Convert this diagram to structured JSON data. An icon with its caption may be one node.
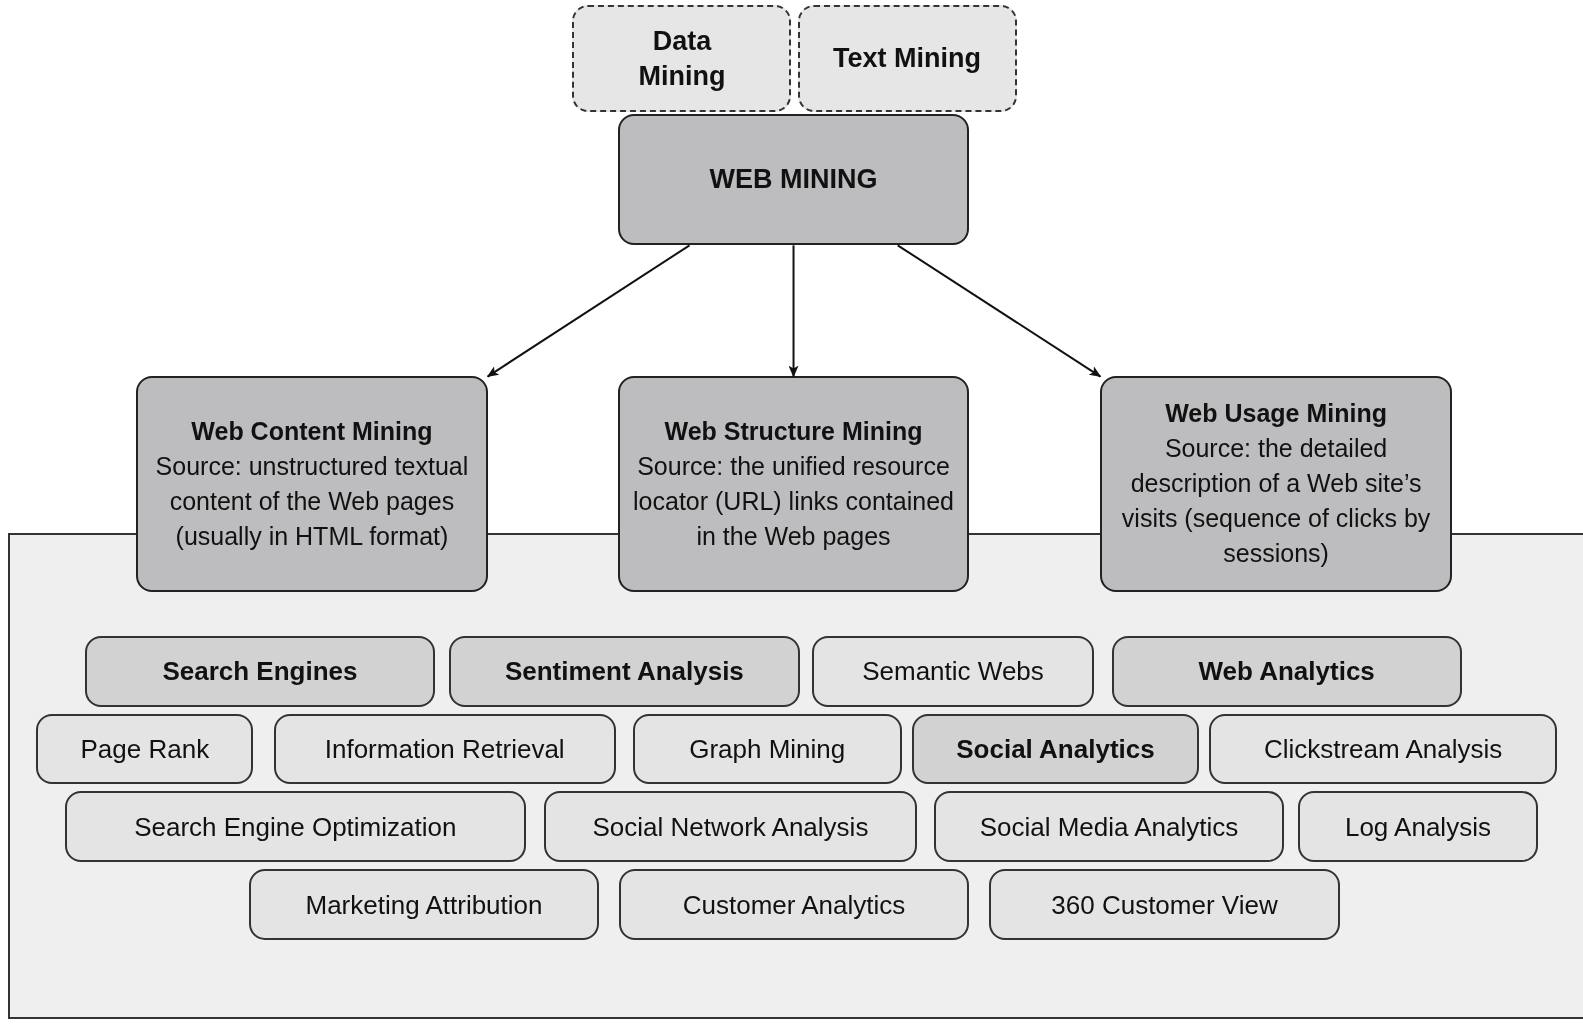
{
  "diagram": {
    "nodes": [
      {
        "text": [
          "Data Mining"
        ]
      },
      {
        "text": [
          "Text Mining"
        ]
      },
      {
        "text": [
          "WEB MINING"
        ]
      },
      {
        "text": [
          "Web Content Mining",
          "Source: unstructured textual content of the Web pages (usually in HTML format)"
        ]
      },
      {
        "text": [
          "Web Structure Mining",
          "Source: the unified resource locator (URL) links contained in the Web pages"
        ]
      },
      {
        "text": [
          "Web Usage Mining",
          "Source: the detailed description of a Web site’s visits (sequence of clicks by sessions)"
        ]
      },
      {
        "text": [],
        "shape": "box"
      },
      {
        "text": [
          "Search Engines"
        ],
        "in": 6
      },
      {
        "text": [
          "Sentiment Analysis"
        ],
        "in": 6
      },
      {
        "text": [
          "Semantic Webs"
        ],
        "in": 6
      },
      {
        "text": [
          "Web Analytics"
        ],
        "in": 6
      },
      {
        "text": [
          "Page Rank"
        ],
        "in": 6
      },
      {
        "text": [
          "Information Retrieval"
        ],
        "in": 6
      },
      {
        "text": [
          "Graph Mining"
        ],
        "in": 6
      },
      {
        "text": [
          "Social Analytics"
        ],
        "in": 6
      },
      {
        "text": [
          "Clickstream Analysis"
        ],
        "in": 6
      },
      {
        "text": [
          "Search Engine Optimization"
        ],
        "in": 6
      },
      {
        "text": [
          "Social Network Analysis"
        ],
        "in": 6
      },
      {
        "text": [
          "Social Media Analytics"
        ],
        "in": 6
      },
      {
        "text": [
          "Log Analysis"
        ],
        "in": 6
      },
      {
        "text": [
          "Marketing Attribution"
        ],
        "in": 6
      },
      {
        "text": [
          "Customer Analytics"
        ],
        "in": 6
      },
      {
        "text": [
          "360 Customer View"
        ],
        "in": 6
      }
    ],
    "edges": [
      {
        "from": 2,
        "to": 3,
        "arrow": "to"
      },
      {
        "from": 2,
        "to": 4,
        "arrow": "to"
      },
      {
        "from": 2,
        "to": 5,
        "arrow": "to"
      }
    ]
  }
}
